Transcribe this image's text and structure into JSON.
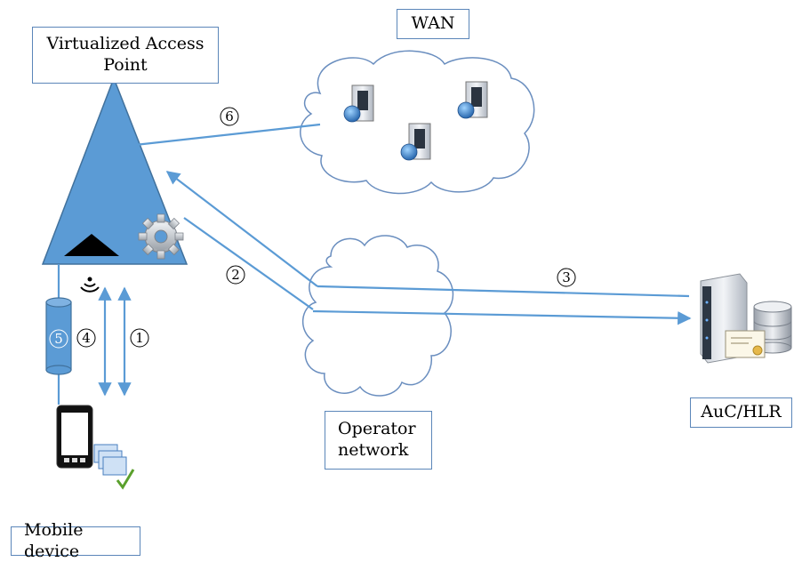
{
  "labels": {
    "access_point": "Virtualized Access\nPoint",
    "wan": "WAN",
    "operator_network": "Operator\nnetwork",
    "auc_hlr": "AuC/HLR",
    "mobile_device": "Mobile device"
  },
  "steps": {
    "s1": "1",
    "s2": "2",
    "s3": "3",
    "s4": "4",
    "s5": "5",
    "s6": "6"
  },
  "colors": {
    "line": "#5b9bd5",
    "triangle_fill": "#5b9bd5",
    "triangle_stroke": "#41719c",
    "box_border": "#5b86b9",
    "cloud_stroke": "#6a8ebf"
  },
  "icons": [
    "gear-icon",
    "antenna-icon",
    "wireless-signal-icon",
    "cylinder-icon",
    "server-icon",
    "database-icon",
    "certificate-icon",
    "smartphone-icon",
    "stacked-cards-icon"
  ]
}
